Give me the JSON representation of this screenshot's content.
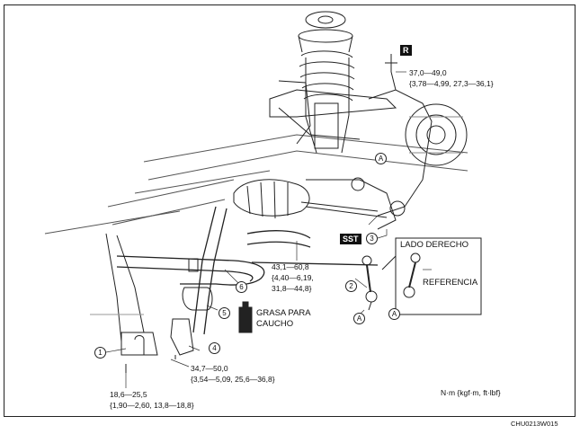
{
  "labels": {
    "torque_top": "37,0—49,0",
    "torque_top_alt": "{3,78—4,99, 27,3—36,1}",
    "torque_mid_1": "43,1—60,8",
    "torque_mid_2": "{4,40—6,19,",
    "torque_mid_3": "31,8—44,8}",
    "torque_lower_1": "34,7—50,0",
    "torque_lower_2": "{3,54—5,09, 25,6—36,8}",
    "torque_bottom_1": "18,6—25,5",
    "torque_bottom_2": "{1,90—2,60, 13,8—18,8}",
    "grease_1": "GRASA PARA",
    "grease_2": "CAUCHO",
    "side": "LADO DERECHO",
    "reference": "REFERENCIA",
    "units": "N·m {kgf·m, ft·lbf}",
    "figure_code": "CHU0213W015"
  },
  "tags": {
    "r": "R",
    "sst": "SST"
  },
  "markers": {
    "a1": "A",
    "a2": "A",
    "a3": "A"
  },
  "callouts": {
    "n1": "1",
    "n2": "2",
    "n3": "3",
    "n4": "4",
    "n5": "5",
    "n6": "6"
  }
}
